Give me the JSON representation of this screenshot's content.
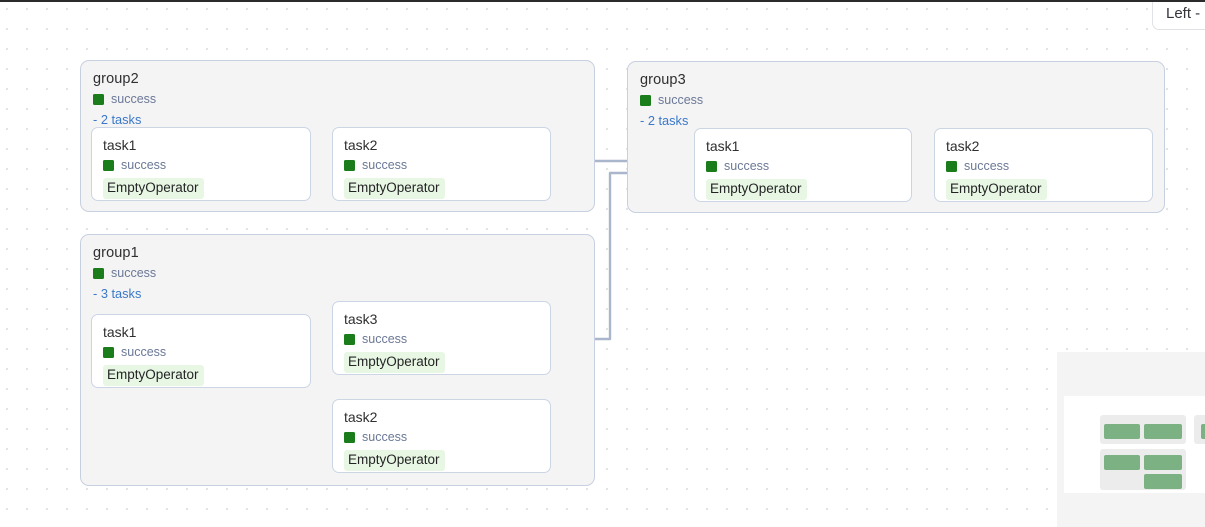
{
  "app": {
    "view_name": "dag-graph-view",
    "background": "#ffffff",
    "dot_grid_color": "#e3e3e6"
  },
  "colors": {
    "success_swatch": "#1a7c1a",
    "state_text": "#6b7896",
    "link_blue": "#3a78c9",
    "group_fill": "#f4f4f5",
    "group_border": "#c7d0e0",
    "node_fill": "#ffffff",
    "node_border": "#ccd5e4",
    "operator_badge_bg": "#e8f7e4",
    "edge_stroke": "#a9b6cc",
    "edge_dot": "#97a6c0",
    "minimap_node": "#7bb183",
    "minimap_group": "#ececec"
  },
  "top_panel": {
    "label": "Left -"
  },
  "groups": [
    {
      "id": "group2",
      "title": "group2",
      "state": "success",
      "tasks_link": "- 2 tasks",
      "tasks": [
        {
          "title": "task1",
          "state": "success",
          "operator": "EmptyOperator"
        },
        {
          "title": "task2",
          "state": "success",
          "operator": "EmptyOperator"
        }
      ]
    },
    {
      "id": "group3",
      "title": "group3",
      "state": "success",
      "tasks_link": "- 2 tasks",
      "tasks": [
        {
          "title": "task1",
          "state": "success",
          "operator": "EmptyOperator"
        },
        {
          "title": "task2",
          "state": "success",
          "operator": "EmptyOperator"
        }
      ]
    },
    {
      "id": "group1",
      "title": "group1",
      "state": "success",
      "tasks_link": "- 3 tasks",
      "tasks": [
        {
          "title": "task1",
          "state": "success",
          "operator": "EmptyOperator"
        },
        {
          "title": "task3",
          "state": "success",
          "operator": "EmptyOperator"
        },
        {
          "title": "task2",
          "state": "success",
          "operator": "EmptyOperator"
        }
      ]
    }
  ],
  "minimap": {
    "name": "graph-minimap",
    "node_count": 6
  }
}
